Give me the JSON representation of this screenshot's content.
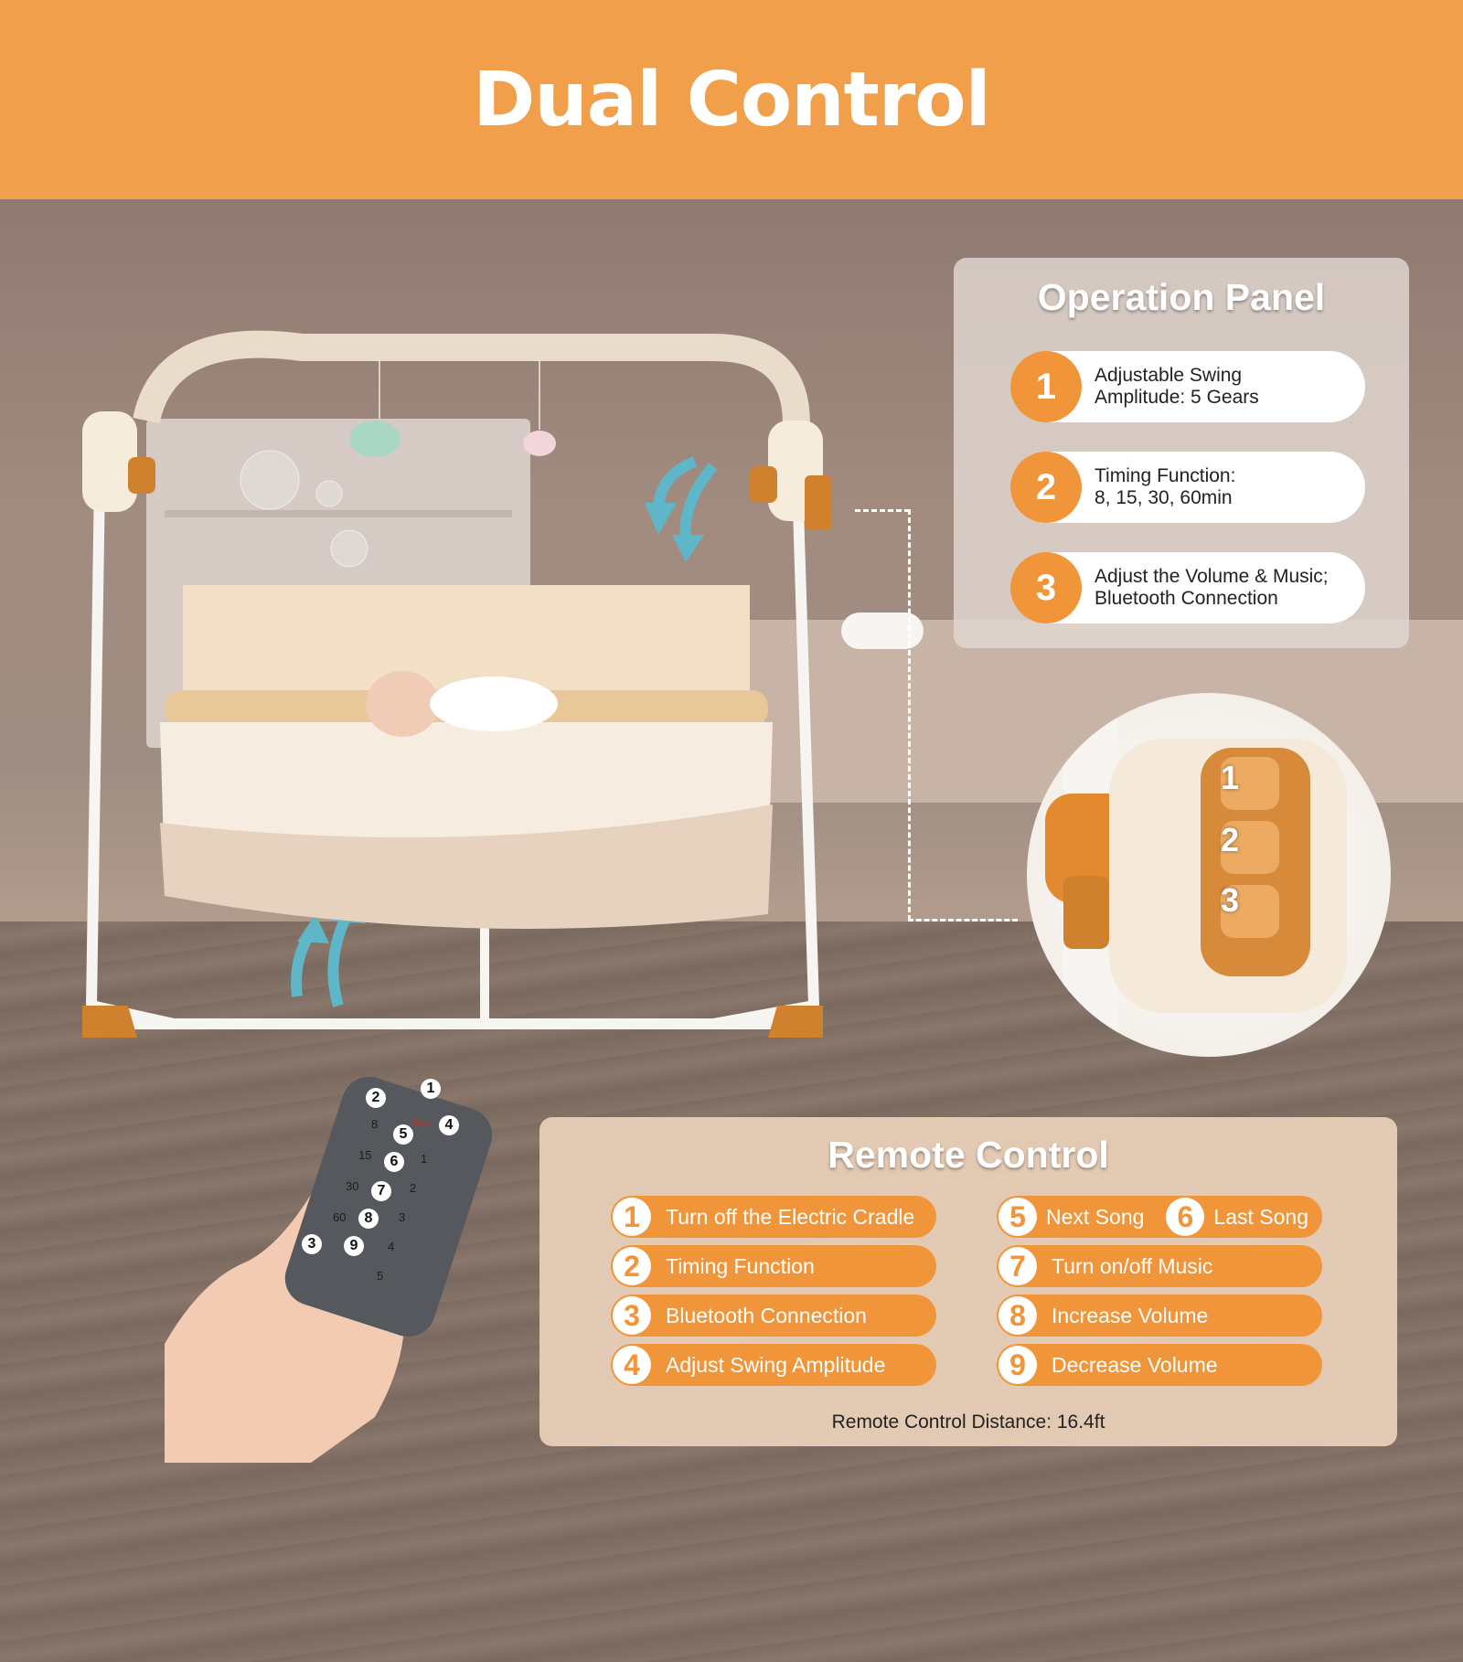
{
  "header": {
    "title": "Dual Control"
  },
  "colors": {
    "accent": "#f29f4b",
    "button_orange": "#f0953a",
    "panel_bg": "#e2d8d2"
  },
  "operation_panel": {
    "title": "Operation Panel",
    "items": [
      {
        "num": "1",
        "line1": "Adjustable Swing",
        "line2": "Amplitude: 5 Gears"
      },
      {
        "num": "2",
        "line1": "Timing Function:",
        "line2": "8, 15, 30, 60min"
      },
      {
        "num": "3",
        "line1": "Adjust the Volume & Music;",
        "line2": "Bluetooth Connection"
      }
    ]
  },
  "zoom": {
    "nums": [
      "1",
      "2",
      "3"
    ]
  },
  "remote_panel": {
    "title": "Remote Control",
    "left": [
      {
        "num": "1",
        "label": "Turn off the Electric Cradle"
      },
      {
        "num": "2",
        "label": "Timing Function"
      },
      {
        "num": "3",
        "label": "Bluetooth Connection"
      },
      {
        "num": "4",
        "label": "Adjust Swing Amplitude"
      }
    ],
    "right_first": [
      {
        "num": "5",
        "label": "Next Song"
      },
      {
        "num": "6",
        "label": "Last Song"
      }
    ],
    "right": [
      {
        "num": "7",
        "label": "Turn on/off Music"
      },
      {
        "num": "8",
        "label": "Increase Volume"
      },
      {
        "num": "9",
        "label": "Decrease Volume"
      }
    ],
    "footer": "Remote Control Distance: 16.4ft"
  },
  "remote": {
    "stop_label": "Stop",
    "left_column": [
      "8",
      "15",
      "30",
      "60"
    ],
    "right_column": [
      "1",
      "2",
      "3",
      "4",
      "5"
    ],
    "callouts": [
      "1",
      "2",
      "3",
      "4",
      "5",
      "6",
      "7",
      "8",
      "9"
    ]
  }
}
